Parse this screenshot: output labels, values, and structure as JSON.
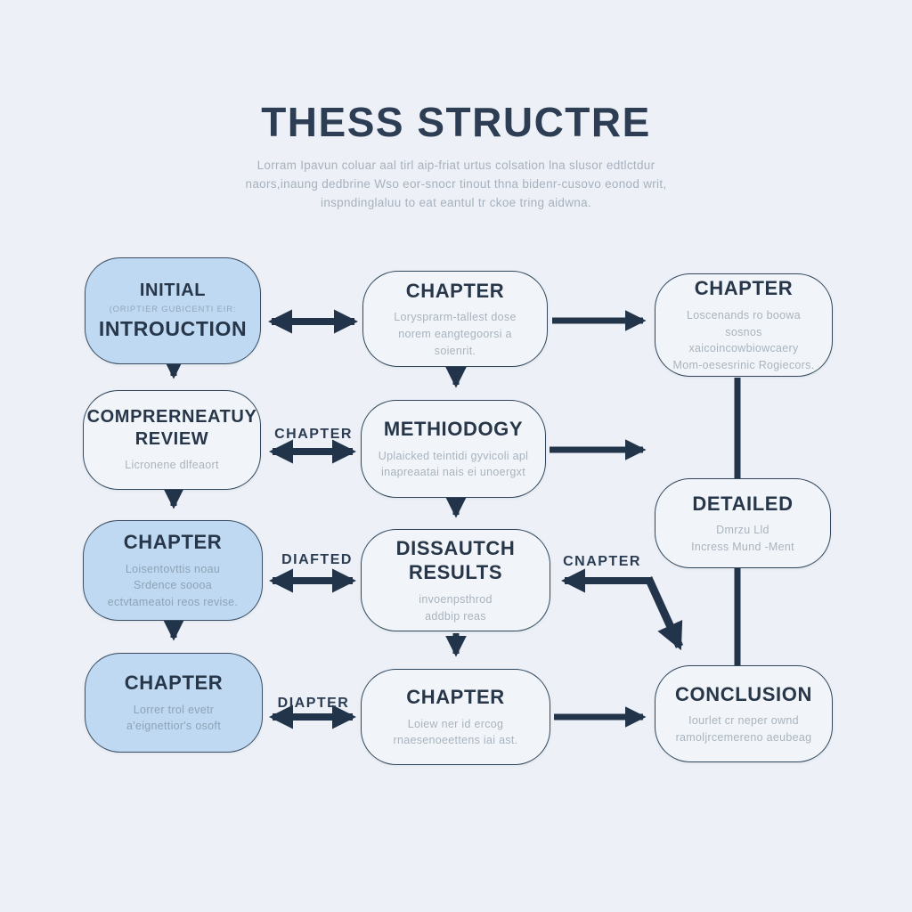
{
  "colors": {
    "background": "#edf1f7",
    "box_blue_fill": "#bed9f1",
    "box_light_fill": "#f1f5fa",
    "box_border": "#33475c",
    "arrow": "#22344a",
    "title_text": "#2d3e54",
    "muted_text": "#a7b1bd"
  },
  "header": {
    "title": "THESS STRUCTRE",
    "subtitle_lines": [
      "Lorram Ipavun coluar aal tirl aip-friat urtus colsation lna slusor edtlctdur",
      "naors,inaung dedbrine Wso eor-snocr tinout thna bidenr-cusovo eonod writ,",
      "inspndinglaluu to eat eantul tr ckoe tring aidwna."
    ]
  },
  "boxes": {
    "intro": {
      "title_line1": "INITIAL",
      "mid_line": "(ORIPTIER GUBICENTI EIR:",
      "title_line2": "INTROUCTION"
    },
    "chapter_top_mid": {
      "title": "CHAPTER",
      "sub_lines": [
        "Lorysprarm-tallest dose",
        "norem eangtegoorsi a soienrit."
      ]
    },
    "chapter_top_right": {
      "title": "CHAPTER",
      "sub_lines": [
        "Loscenands ro boowa",
        "sosnos xaicoincowbiowcaery",
        "Mom-oesesrinic Rogiecors."
      ]
    },
    "review": {
      "title_line1": "COMPRERNEATUY",
      "title_line2": "REVIEW",
      "sub_lines": [
        "Licronene dlfeaort"
      ]
    },
    "methodology": {
      "title": "METHIODOGY",
      "sub_lines": [
        "Uplaicked teintidi gyvicoli apl",
        "inapreaatai nais ei unoergxt"
      ]
    },
    "detailed": {
      "title": "DETAILED",
      "sub_lines": [
        "Dmrzu Lld",
        "Incress Mund -Ment"
      ]
    },
    "chapter_mid_left": {
      "title": "CHAPTER",
      "sub_lines": [
        "Loisentovttis noau",
        "Srdence soooa",
        "ectvtameatoi reos revise."
      ]
    },
    "results": {
      "title": "DISSAUTCH RESULTS",
      "sub_lines": [
        "invoenpsthrod",
        "addbip reas"
      ]
    },
    "chapter_bottom_left": {
      "title": "CHAPTER",
      "sub_lines": [
        "Lorrer trol evetr",
        "a'eignettior's osoft"
      ]
    },
    "chapter_bottom_mid": {
      "title": "CHAPTER",
      "sub_lines": [
        "Loiew ner id ercog",
        "rnaesenoeettens iai ast."
      ]
    },
    "conclusion": {
      "title": "CONCLUSION",
      "sub_lines": [
        "Iourlet cr neper ownd",
        "ramoljrcemereno aeubeag"
      ]
    }
  },
  "arrow_labels": {
    "review_methodology": "CHAPTER",
    "results_left": "DIAFTED",
    "results_elbow": "CNAPTER",
    "bottom_mid": "DIAPTER"
  }
}
